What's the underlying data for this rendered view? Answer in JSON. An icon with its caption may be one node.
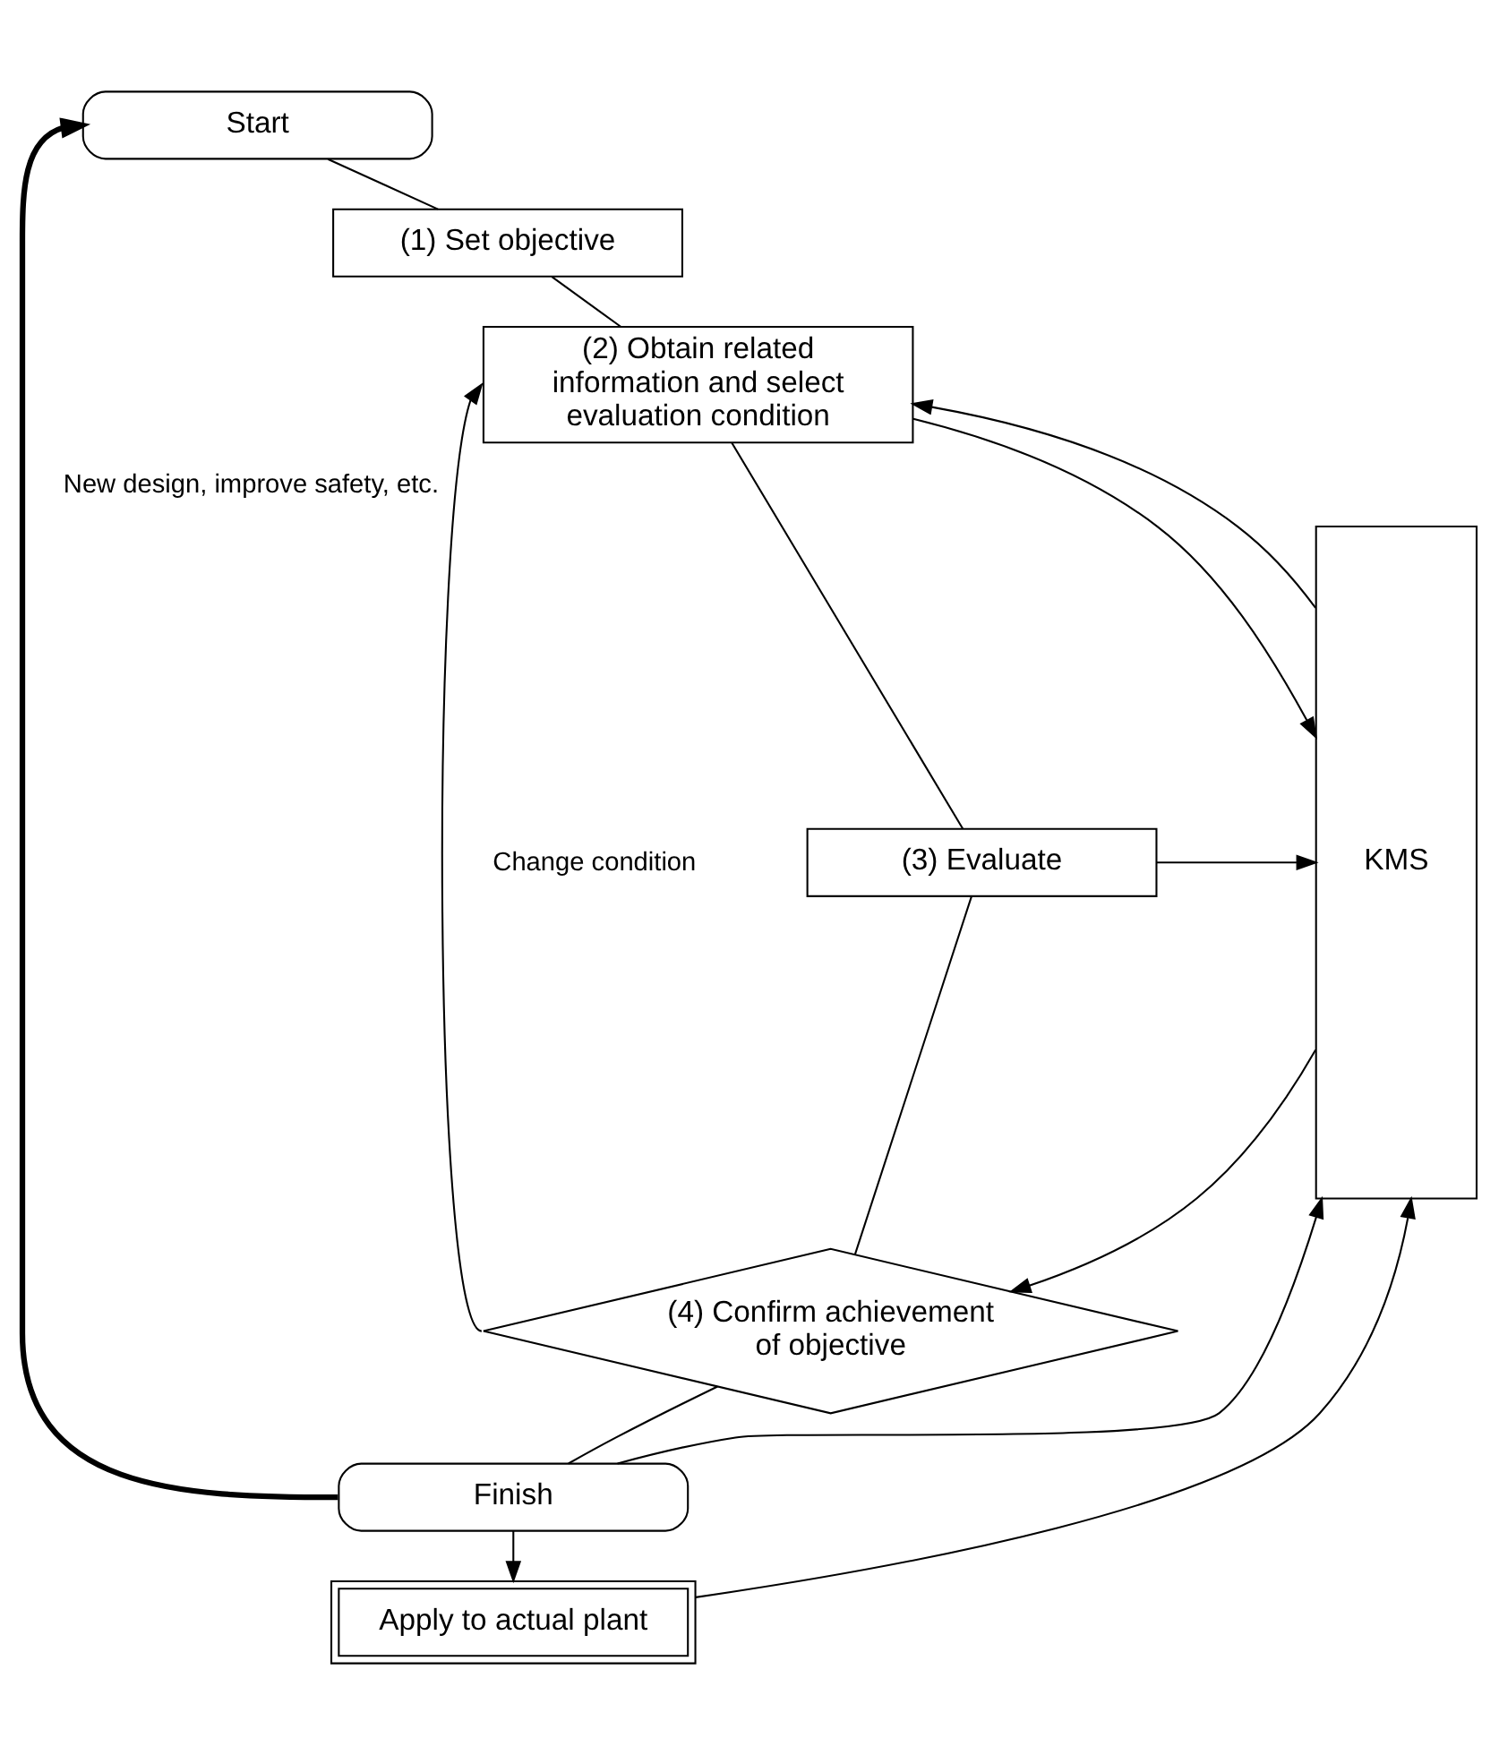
{
  "diagram": {
    "nodes": [
      {
        "text": [
          "Start"
        ]
      },
      {
        "text": [
          "(1) Set objective"
        ]
      },
      {
        "text": [
          "(2) Obtain related information and select evaluation condition"
        ]
      },
      {
        "text": [
          "(3) Evaluate"
        ]
      },
      {
        "text": [
          "(4) Confirm achievement of objective"
        ]
      },
      {
        "text": [
          "Finish"
        ]
      },
      {
        "text": [
          "Apply to actual plant"
        ]
      },
      {
        "text": [
          "KMS"
        ]
      }
    ],
    "edges": [
      {
        "from": 0,
        "to": 1,
        "arrow": "none"
      },
      {
        "from": 1,
        "to": 2,
        "arrow": "none"
      },
      {
        "from": 2,
        "to": 3,
        "arrow": "none"
      },
      {
        "from": 3,
        "to": 4,
        "arrow": "none"
      },
      {
        "from": 4,
        "to": 5,
        "arrow": "none"
      },
      {
        "from": 5,
        "to": 6,
        "arrow": "to"
      },
      {
        "from": 2,
        "to": 7,
        "arrow": "to"
      },
      {
        "from": 7,
        "to": 2,
        "arrow": "to"
      },
      {
        "from": 3,
        "to": 7,
        "arrow": "to"
      },
      {
        "from": 7,
        "to": 4,
        "arrow": "to"
      },
      {
        "from": 5,
        "to": 7,
        "arrow": "to"
      },
      {
        "from": 6,
        "to": 7,
        "arrow": "to"
      },
      {
        "from": 4,
        "to": 2,
        "arrow": "to",
        "label": "Change condition"
      },
      {
        "from": 5,
        "to": 0,
        "arrow": "to",
        "label": "New design, improve safety, etc.",
        "style": "thick"
      }
    ]
  }
}
